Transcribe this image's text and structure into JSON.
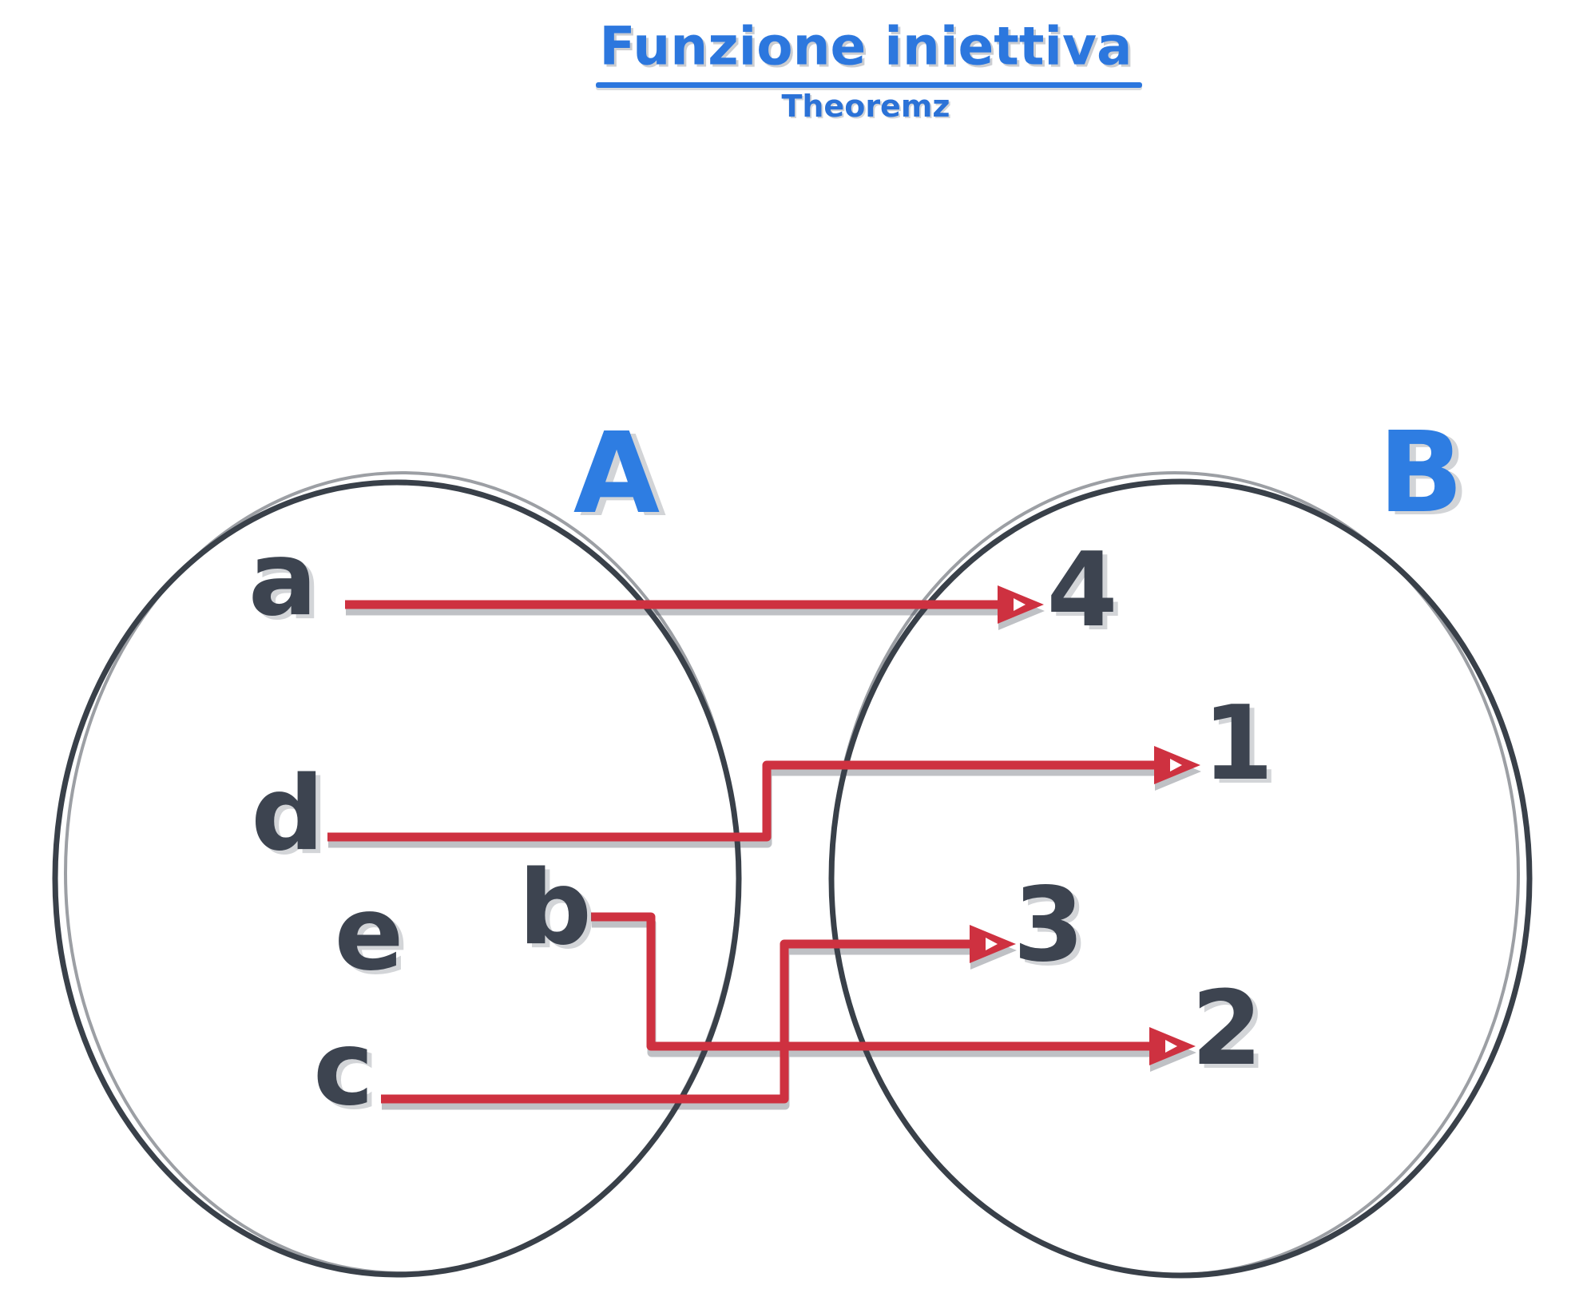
{
  "header": {
    "title": "Funzione iniettiva",
    "subtitle": "Theoremz"
  },
  "colors": {
    "accent_blue": "#2c77de",
    "ink_gray": "#3d4450",
    "arrow_red": "#ce3140",
    "circle_stroke": "#394049"
  },
  "sets": {
    "a": {
      "label": "A",
      "elements": [
        "a",
        "d",
        "b",
        "e",
        "c"
      ]
    },
    "b": {
      "label": "B",
      "elements": [
        "4",
        "1",
        "3",
        "2"
      ]
    }
  },
  "mappings": [
    {
      "from": "a",
      "to": "4"
    },
    {
      "from": "d",
      "to": "1"
    },
    {
      "from": "b",
      "to": "2"
    },
    {
      "from": "c",
      "to": "3"
    }
  ],
  "unmapped_elements": [
    "e"
  ]
}
